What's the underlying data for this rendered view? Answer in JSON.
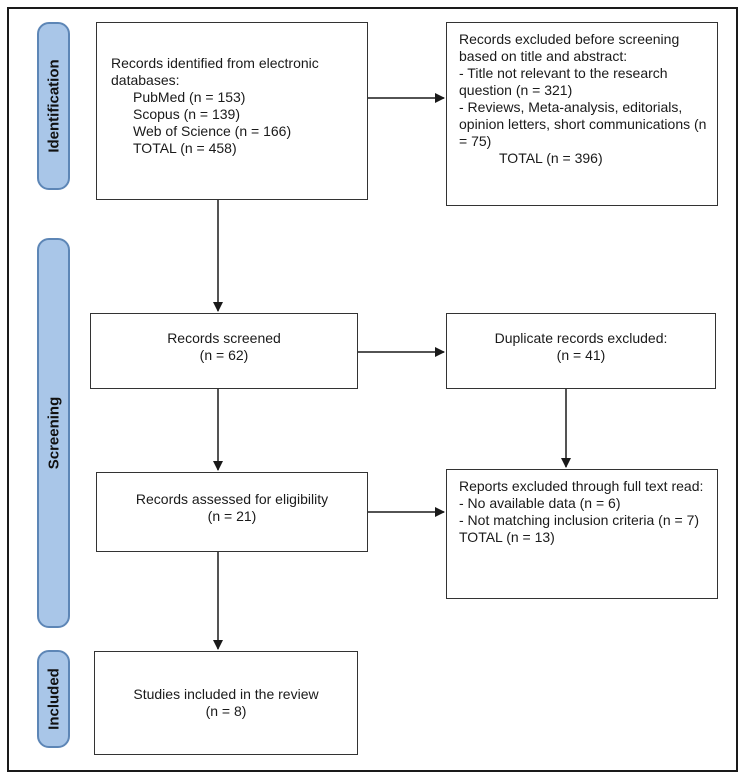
{
  "phases": {
    "identification": "Identification",
    "screening": "Screening",
    "included": "Included"
  },
  "boxes": {
    "identified": {
      "heading": "Records identified from electronic databases:",
      "pubmed": "PubMed (n = 153)",
      "scopus": "Scopus (n = 139)",
      "wos": "Web of Science (n = 166)",
      "total": "TOTAL (n = 458)"
    },
    "excluded_title": {
      "heading": "Records excluded before screening based on title and abstract:",
      "item1": "- Title not relevant to the research question (n = 321)",
      "item2": "- Reviews, Meta-analysis, editorials, opinion letters, short communications (n = 75)",
      "total": "TOTAL (n = 396)"
    },
    "screened": {
      "label": "Records screened",
      "count": "(n = 62)"
    },
    "duplicates": {
      "label": "Duplicate records excluded:",
      "count": "(n = 41)"
    },
    "eligibility": {
      "label": "Records assessed for eligibility",
      "count": "(n = 21)"
    },
    "full_text": {
      "heading": "Reports excluded through full text read:",
      "item1": "- No available data (n = 6)",
      "item2": "- Not matching inclusion criteria (n = 7)",
      "total": "TOTAL (n = 13)"
    },
    "included": {
      "label": "Studies included in the review",
      "count": "(n = 8)"
    }
  },
  "colors": {
    "phase_fill": "#a9c6e8",
    "phase_border": "#5d86b6",
    "line": "#1a1a1a"
  }
}
